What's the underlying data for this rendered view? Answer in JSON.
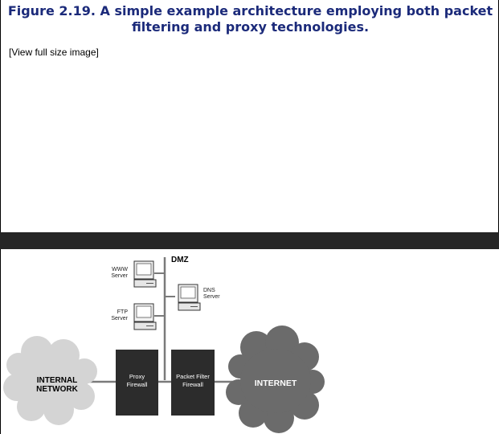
{
  "caption": {
    "line1": "Figure 2.19. A simple example architecture employing both packet",
    "line2": "filtering and proxy technologies."
  },
  "view_link": "[View full size image]",
  "diagram": {
    "dmz_label": "DMZ",
    "www_server": [
      "WWW",
      "Server"
    ],
    "ftp_server": [
      "FTP",
      "Server"
    ],
    "dns_server": [
      "DNS",
      "Server"
    ],
    "internal_network": [
      "INTERNAL",
      "NETWORK"
    ],
    "internet": "INTERNET",
    "proxy_firewall": [
      "Proxy",
      "Firewall"
    ],
    "packet_filter_firewall": [
      "Packet Filter",
      "Firewall"
    ]
  },
  "colors": {
    "caption": "#1b2a7a",
    "band": "#262626",
    "internal_cloud": "#d4d4d4",
    "internet_cloud": "#6b6b6b",
    "firewall_box": "#2c2c2c",
    "line": "#7a7a7a"
  }
}
